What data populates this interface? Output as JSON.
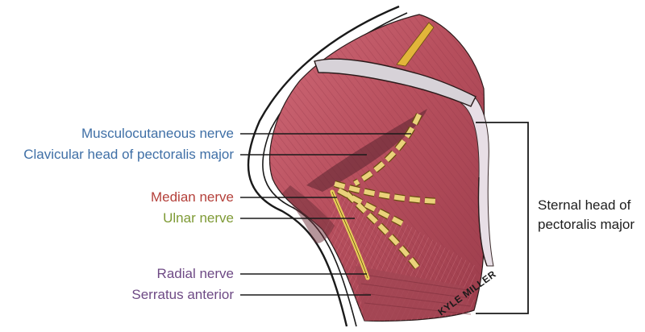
{
  "labels": {
    "musculocutaneous": "Musculocutaneous nerve",
    "clavicular_head": "Clavicular head of pectoralis major",
    "median": "Median nerve",
    "ulnar": "Ulnar nerve",
    "radial": "Radial nerve",
    "serratus": "Serratus anterior",
    "sternal_line1": "Sternal head of",
    "sternal_line2": "pectoralis major"
  },
  "signature": "KYLE MILLER",
  "colors": {
    "blue_labels": "#3f6fa6",
    "red_label": "#b4403a",
    "green_label": "#7e9a35",
    "purple_labels": "#6e4a85",
    "muscle": "#b8505e",
    "nerve": "#e8cf5a"
  }
}
